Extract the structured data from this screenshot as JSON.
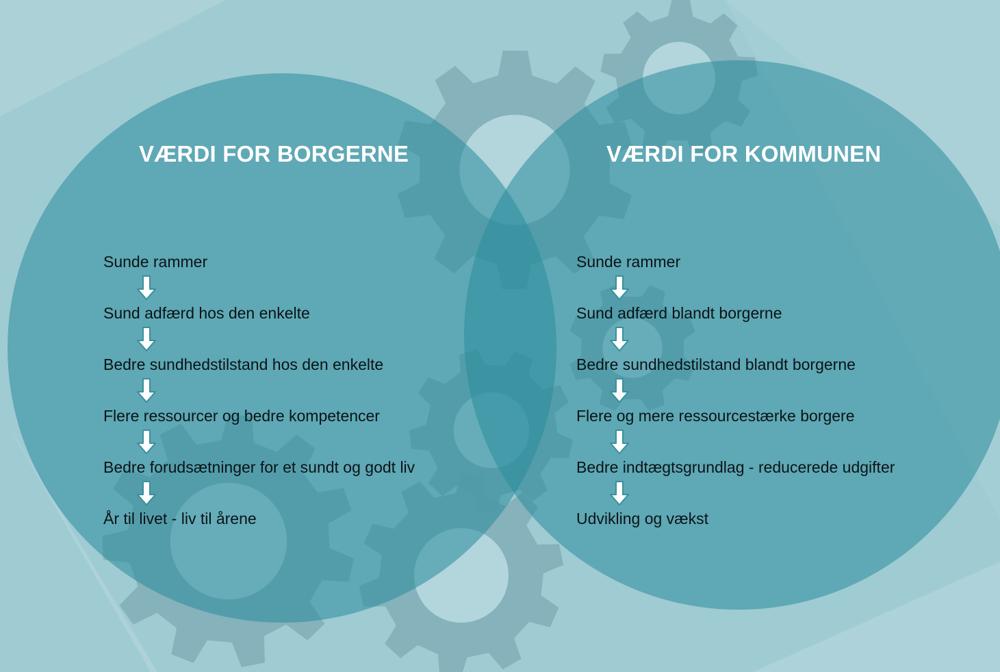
{
  "colors": {
    "background": "#9fcbd2",
    "circle": "#2a8c9c",
    "gear": "#7ea9b4",
    "title_text": "#ffffff",
    "step_text": "#0a1417",
    "arrow_fill": "#ffffff",
    "arrow_stroke": "#3a8f9c"
  },
  "left": {
    "title": "VÆRDI FOR BORGERNE",
    "steps": [
      "Sunde rammer",
      "Sund adfærd hos den enkelte",
      "Bedre sundhedstilstand hos den enkelte",
      "Flere ressourcer og bedre kompetencer",
      "Bedre forudsætninger for et sundt og godt liv",
      "År til livet - liv til årene"
    ]
  },
  "right": {
    "title": "VÆRDI FOR KOMMUNEN",
    "steps": [
      "Sunde rammer",
      "Sund adfærd blandt borgerne",
      "Bedre sundhedstilstand blandt borgerne",
      "Flere og mere ressourcestærke borgere",
      "Bedre indtægtsgrundlag - reducerede udgifter",
      "Udvikling og vækst"
    ]
  },
  "icons": {
    "arrow": "down-arrow-icon",
    "gear": "gear-icon"
  }
}
